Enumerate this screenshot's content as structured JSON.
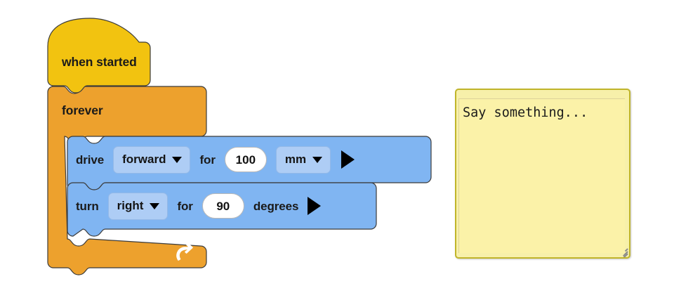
{
  "workspace": {
    "background_color": "#ffffff",
    "script": {
      "hat_block": {
        "name": "when-started",
        "label": "when started",
        "color": "#f2c310"
      },
      "loop_block": {
        "name": "forever",
        "label": "forever",
        "color": "#eda12d",
        "loop_arrow_icon": "loop-arrow-icon"
      },
      "statements": [
        {
          "name": "drive-block",
          "color": "#80b5f2",
          "verb": "drive",
          "direction_dropdown": {
            "value": "forward",
            "icon": "chevron-down-icon"
          },
          "preposition": "for",
          "amount": "100",
          "unit_dropdown": {
            "value": "mm",
            "icon": "chevron-down-icon"
          },
          "run_icon": "play-triangle-icon"
        },
        {
          "name": "turn-block",
          "color": "#80b5f2",
          "verb": "turn",
          "direction_dropdown": {
            "value": "right",
            "icon": "chevron-down-icon"
          },
          "preposition": "for",
          "amount": "90",
          "unit_label": "degrees",
          "run_icon": "play-triangle-icon"
        }
      ]
    }
  },
  "note": {
    "name": "say-something-note",
    "placeholder": "Say something...",
    "value": "",
    "background_color": "#fbf2a8",
    "border_color": "#c0b52a",
    "resize_handle_icon": "resize-grip-icon"
  }
}
